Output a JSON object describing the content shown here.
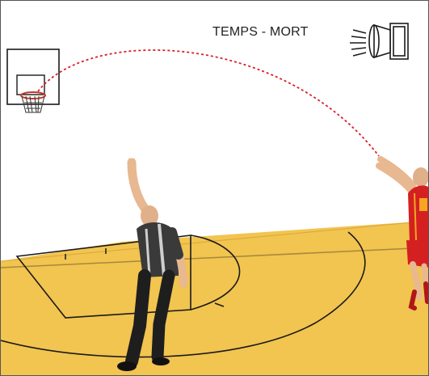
{
  "illustration": {
    "caption": "TEMPS - MORT",
    "colors": {
      "court": "#f2c450",
      "court_lines": "#1a1a1a",
      "shot_path": "#d9202a",
      "player_jersey": "#d42020",
      "player_trim": "#f5a623",
      "referee_shirt": "#3a3a3a",
      "referee_stripe": "#cfcfcf",
      "skin": "#e8b890"
    },
    "icons": [
      "horn-icon",
      "backboard-icon",
      "basket-icon",
      "referee-figure",
      "shooter-figure"
    ]
  }
}
